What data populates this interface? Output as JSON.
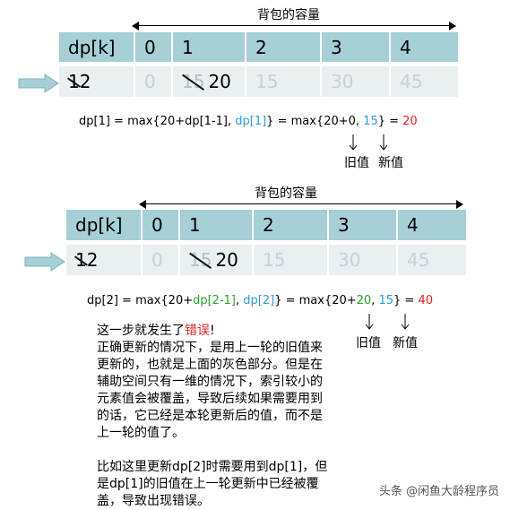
{
  "capacity_label": "背包的容量",
  "table_headers": [
    "dp[k]",
    "0",
    "1",
    "2",
    "3",
    "4"
  ],
  "table1": {
    "first_old": "1",
    "first_new": "2",
    "cells": [
      "0",
      "15",
      "20",
      "15",
      "30",
      "45"
    ]
  },
  "formula1": {
    "p1": "dp[1] = max{20+dp[1-1], ",
    "p2": "dp[1]",
    "p3": "}  = max{20+0, ",
    "p4": "15",
    "p5": "} = ",
    "p6": "20"
  },
  "labels": {
    "old": "旧值",
    "new": "新值"
  },
  "table2": {
    "first_old": "1",
    "first_new": "2",
    "cells": [
      "0",
      "15",
      "20",
      "15",
      "30",
      "45"
    ]
  },
  "formula2": {
    "p1": "dp[2] = max{20+",
    "p2": "dp[2-1]",
    "p3": ", ",
    "p4": "dp[2]",
    "p5": "}  = max{20+",
    "p6": "20",
    "p7": ", ",
    "p8": "15",
    "p9": "} = ",
    "p10": "40"
  },
  "explanation": {
    "line1_prefix": "这一步就发生了",
    "line1_red": "错误",
    "line1_suffix": "!",
    "para1": "正确更新的情况下，是用上一轮的旧值来更新的，也就是上面的灰色部分。但是在辅助空间只有一维的情况下，索引较小的元素值会被覆盖，导致后续如果需要用到的话，它已经是本轮更新后的值，而不是上一轮的值了。",
    "para2": "比如这里更新dp[2]时需要用到dp[1]，但是dp[1]的旧值在上一轮更新中已经被覆盖，导致出现错误。"
  },
  "watermark": "头条 @闲鱼大龄程序员",
  "colors": {
    "header_bg": "#a6cfd6",
    "row_bg": "#eaeff1",
    "blue": "#2e9bd6",
    "red": "#e02020",
    "green": "#27a327",
    "arrow": "#a6cfd6"
  }
}
